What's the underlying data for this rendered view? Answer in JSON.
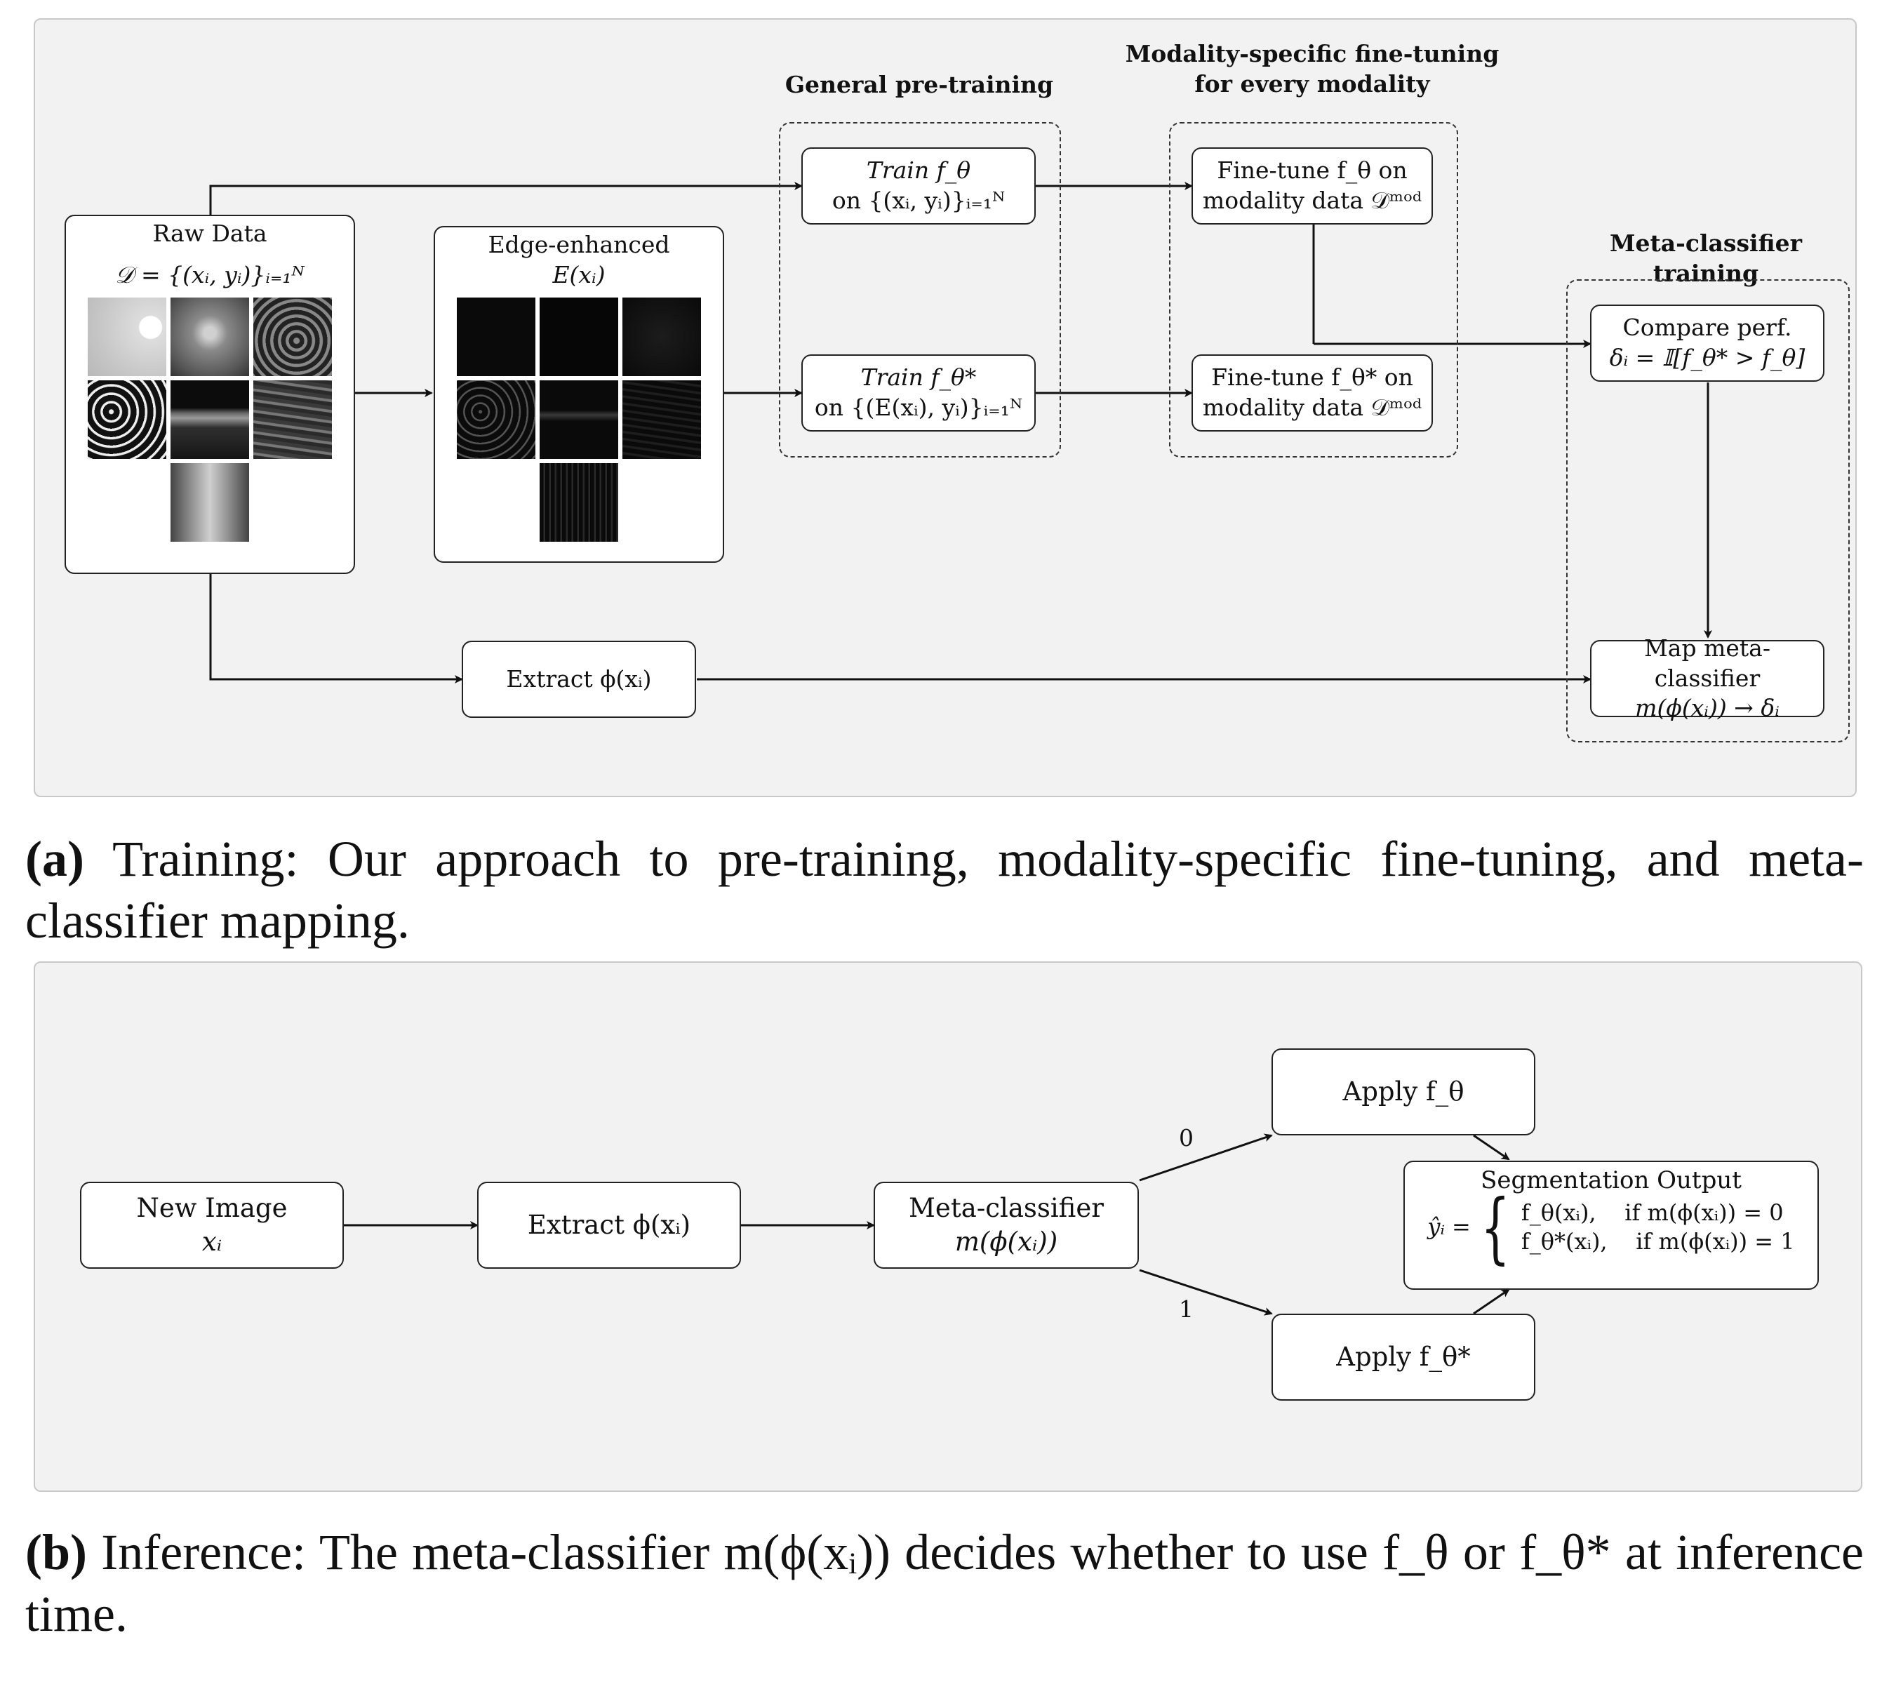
{
  "panel_a": {
    "group_pretrain_label": "General pre-training",
    "group_finetune_label_1": "Modality-specific fine-tuning",
    "group_finetune_label_2": "for every modality",
    "group_meta_label": "Meta-classifier training",
    "raw_data_title": "Raw Data",
    "raw_data_formula": "𝒟 = {(xᵢ, yᵢ)}ᵢ₌₁ᴺ",
    "edge_title": "Edge-enhanced",
    "edge_formula": "E(xᵢ)",
    "train_f_line1": "Train f_θ",
    "train_f_line2": "on {(xᵢ, yᵢ)}ᵢ₌₁ᴺ",
    "train_fstar_line1": "Train f_θ*",
    "train_fstar_line2": "on {(E(xᵢ), yᵢ)}ᵢ₌₁ᴺ",
    "finetune_f_line1": "Fine-tune f_θ on",
    "finetune_f_line2": "modality data 𝒟ᵐᵒᵈ",
    "finetune_fstar_line1": "Fine-tune f_θ* on",
    "finetune_fstar_line2": "modality data 𝒟ᵐᵒᵈ",
    "compare_line1": "Compare perf.",
    "compare_line2": "δᵢ = 𝕀[f_θ* > f_θ]",
    "map_line1": "Map meta-classifier",
    "map_line2": "m(ϕ(xᵢ)) → δᵢ",
    "extract": "Extract ϕ(xᵢ)"
  },
  "caption_a": {
    "tag": "(a)",
    "text": "Training: Our approach to pre-training, modality-specific fine-tuning, and meta-classifier mapping."
  },
  "panel_b": {
    "new_image_line1": "New Image",
    "new_image_line2": "xᵢ",
    "extract": "Extract ϕ(xᵢ)",
    "meta_line1": "Meta-classifier",
    "meta_line2": "m(ϕ(xᵢ))",
    "apply_f": "Apply f_θ",
    "apply_fstar": "Apply f_θ*",
    "edge_0": "0",
    "edge_1": "1",
    "seg_title": "Segmentation Output",
    "seg_lhs": "ŷᵢ =",
    "seg_case1": "f_θ(xᵢ),    if m(ϕ(xᵢ)) = 0",
    "seg_case2": "f_θ*(xᵢ),    if m(ϕ(xᵢ)) = 1"
  },
  "caption_b": {
    "tag": "(b)",
    "text": "Inference: The meta-classifier m(ϕ(xᵢ)) decides whether to use f_θ or f_θ* at inference time."
  }
}
